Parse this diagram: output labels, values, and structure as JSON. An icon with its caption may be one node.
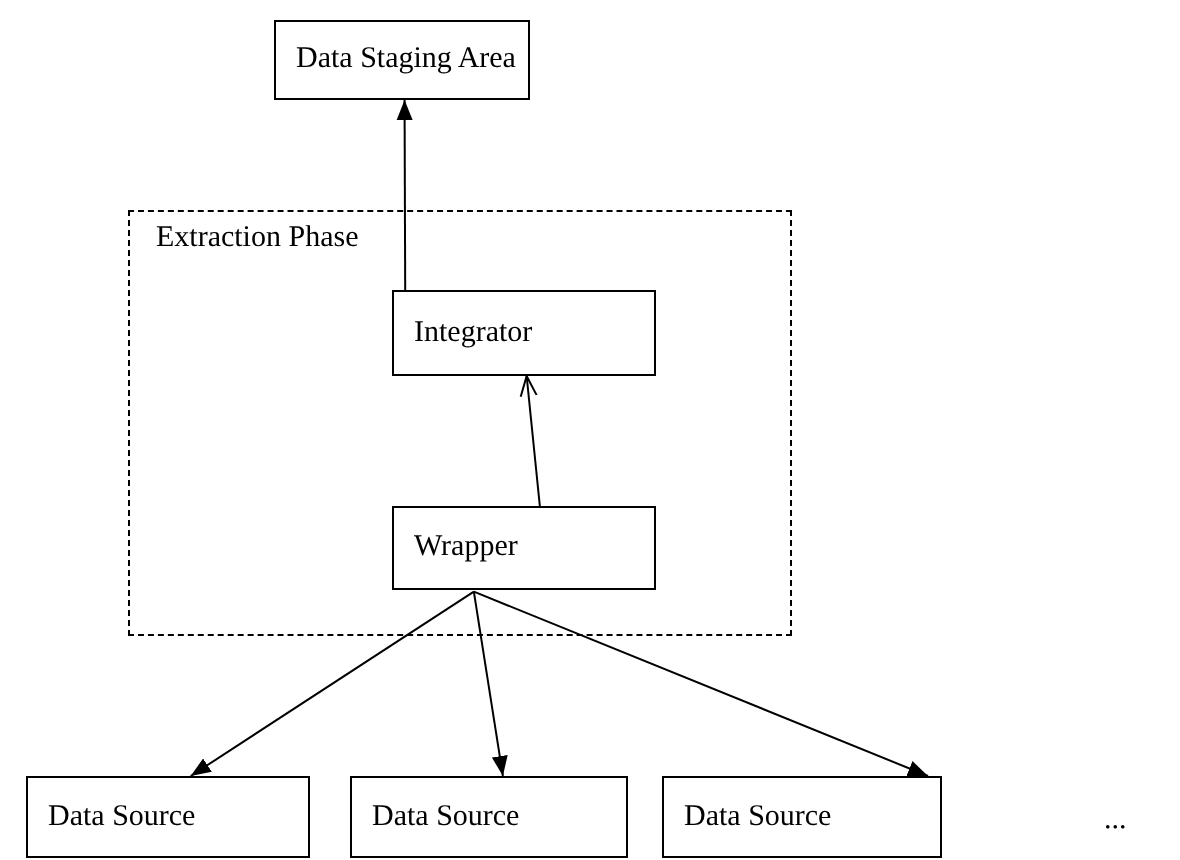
{
  "diagram": {
    "nodes": [
      {
        "text": [
          "Data Staging Area"
        ]
      },
      {
        "text": [
          "Extraction Phase"
        ]
      },
      {
        "text": [
          "Integrator"
        ],
        "in": 1
      },
      {
        "text": [
          "Wrapper"
        ],
        "in": 1
      },
      {
        "text": [
          "Data Source"
        ]
      },
      {
        "text": [
          "Data Source"
        ]
      },
      {
        "text": [
          "Data Source"
        ]
      }
    ],
    "edges": [
      {
        "from": 2,
        "to": 0,
        "arrow": "to"
      },
      {
        "from": 3,
        "to": 2,
        "arrow": "to"
      },
      {
        "from": 3,
        "to": 4,
        "arrow": "to"
      },
      {
        "from": 3,
        "to": 5,
        "arrow": "to"
      },
      {
        "from": 3,
        "to": 6,
        "arrow": "to"
      }
    ],
    "labels": [
      "..."
    ]
  }
}
